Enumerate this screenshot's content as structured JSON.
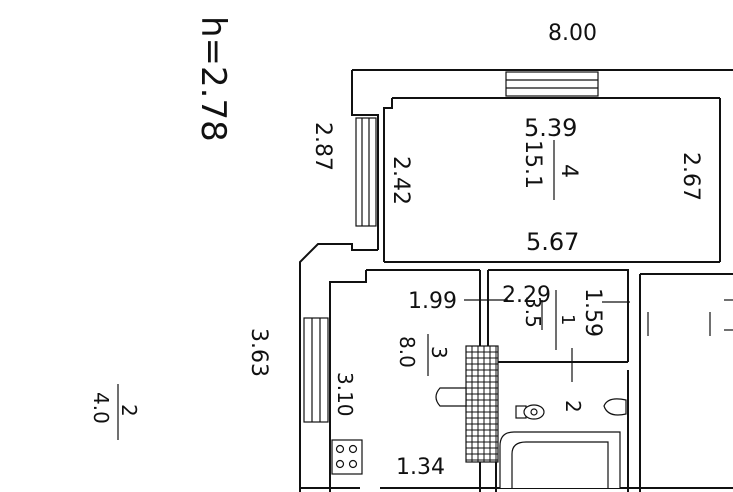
{
  "plan": {
    "ceiling_height": "h=2.78",
    "dimensions": {
      "top_width": "8.00",
      "top_left_wall": "2.87",
      "left_wall_lower": "3.63",
      "room4_height": "2.42",
      "room4_width_top": "5.39",
      "room4_width_bottom": "5.67",
      "right_wall": "2.67",
      "kitchen_width": "1.99",
      "kitchen_height": "3.10",
      "kitchen_bottom": "1.34",
      "bath_width": "2.29",
      "bath_height": "1.59"
    },
    "rooms": {
      "room4": {
        "number": "4",
        "area": "15.1"
      },
      "kitchen": {
        "number": "3",
        "area": "8.0"
      },
      "bathroom": {
        "number": "1",
        "area": "3.5"
      },
      "toilet": {
        "number": "2"
      },
      "room2": {
        "number": "2",
        "area": "4.0"
      }
    }
  }
}
